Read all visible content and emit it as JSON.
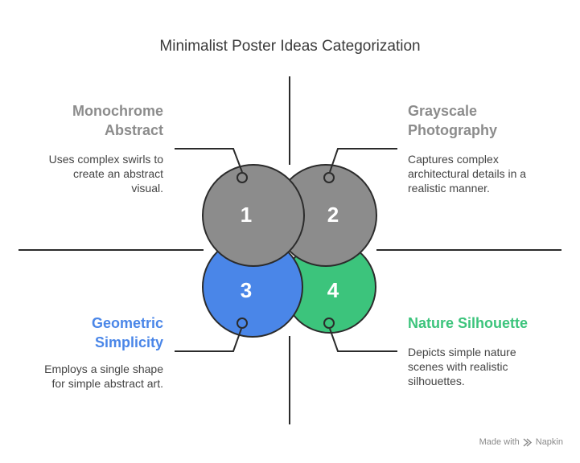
{
  "title": "Minimalist Poster Ideas Categorization",
  "quadrants": [
    {
      "number": "1",
      "heading_line1": "Monochrome",
      "heading_line2": "Abstract",
      "desc_line1": "Uses complex swirls to",
      "desc_line2": "create an abstract",
      "desc_line3": "visual.",
      "color": "#8c8c8c"
    },
    {
      "number": "2",
      "heading_line1": "Grayscale",
      "heading_line2": "Photography",
      "desc_line1": "Captures complex",
      "desc_line2": "architectural details in a",
      "desc_line3": "realistic manner.",
      "color": "#8c8c8c"
    },
    {
      "number": "3",
      "heading_line1": "Geometric",
      "heading_line2": "Simplicity",
      "desc_line1": "Employs a single shape",
      "desc_line2": "for simple abstract art.",
      "color": "#4a86e8"
    },
    {
      "number": "4",
      "heading_line1": "Nature Silhouette",
      "desc_line1": "Depicts simple nature",
      "desc_line2": "scenes with realistic",
      "desc_line3": "silhouettes.",
      "color": "#3cc47c"
    }
  ],
  "footer": {
    "made_with": "Made with",
    "brand": "Napkin"
  }
}
